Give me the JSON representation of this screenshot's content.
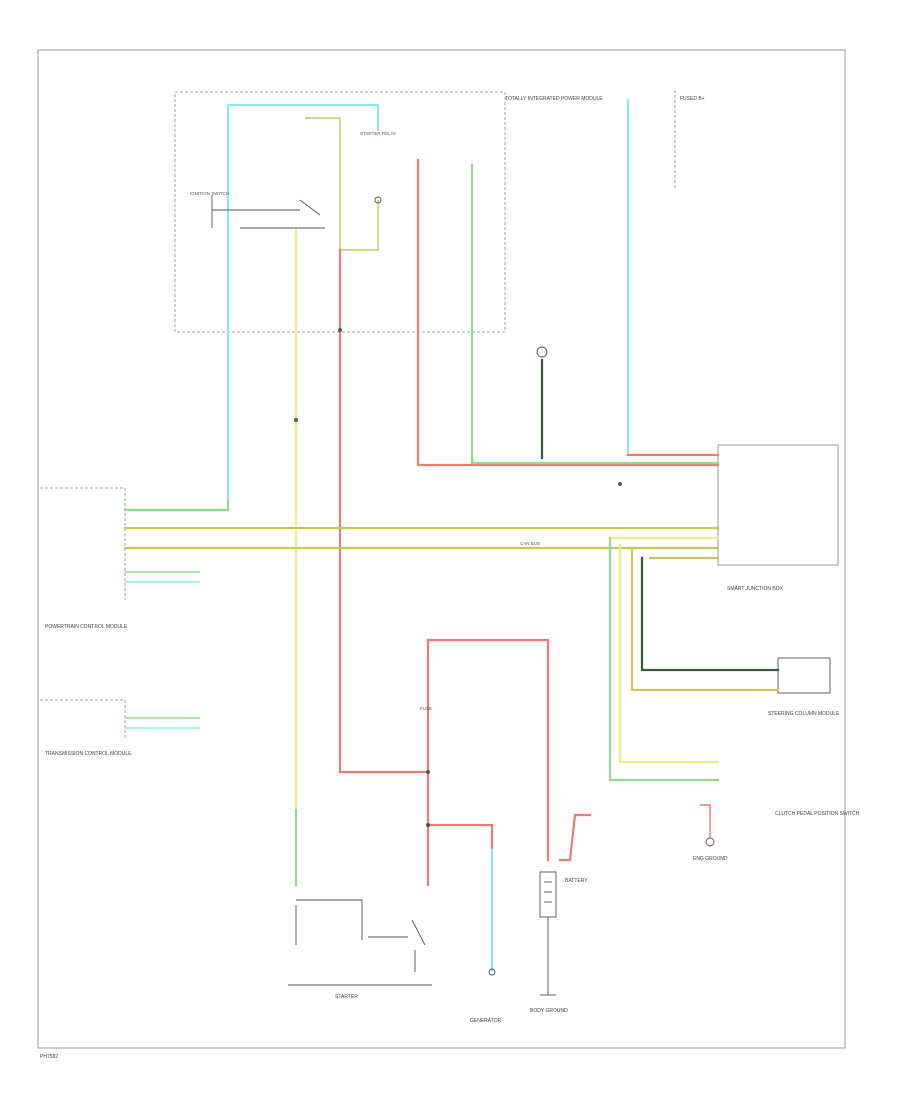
{
  "colors": {
    "red": "#f07878",
    "green": "#8edc8e",
    "yellow": "#eeee88",
    "cyan": "#8ee8e8",
    "olive": "#c8c858",
    "darkgreen": "#3a5a3a",
    "gray": "#666666"
  },
  "labels": {
    "ignition_switch": "IGNITION SWITCH",
    "pcm": "POWERTRAIN CONTROL MODULE",
    "tcm": "TRANSMISSION CONTROL MODULE",
    "starter": "STARTER",
    "battery": "BATTERY",
    "generator": "GENERATOR",
    "totally_integrated_power_module": "TOTALLY INTEGRATED POWER MODULE",
    "body_ground": "BODY GROUND",
    "smart_junction_box": "SMART JUNCTION BOX",
    "fused_b_plus": "FUSED B+",
    "starter_relay": "STARTER RELAY",
    "fuse": "FUSE",
    "can_bus": "CAN BUS",
    "steering_column_module": "STEERING COLUMN MODULE",
    "clutch_pedal_position_switch": "CLUTCH PEDAL POSITION SWITCH",
    "eng_ground": "ENG GROUND",
    "fig_id": "PH7582"
  }
}
